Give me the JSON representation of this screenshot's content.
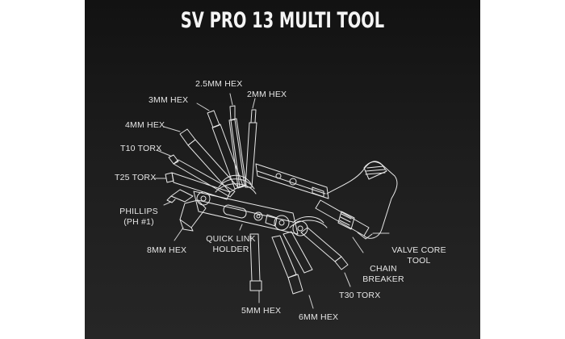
{
  "title": "SV PRO 13 MULTI TOOL",
  "colors": {
    "panel_top": "#121212",
    "panel_bottom": "#262626",
    "line": "#e8e8e8",
    "text": "#e6e6e6",
    "margin": "#ffffff"
  },
  "labels": {
    "hex_2_5mm": "2.5MM HEX",
    "hex_3mm": "3MM HEX",
    "hex_2mm": "2MM HEX",
    "hex_4mm": "4MM HEX",
    "torx_t10": "T10 TORX",
    "torx_t25": "T25 TORX",
    "phillips_line1": "PHILLIPS",
    "phillips_line2": "(PH #1)",
    "hex_8mm": "8MM HEX",
    "quick_link_line1": "QUICK LINK",
    "quick_link_line2": "HOLDER",
    "valve_core_line1": "VALVE CORE",
    "valve_core_line2": "TOOL",
    "chain_breaker_line1": "CHAIN",
    "chain_breaker_line2": "BREAKER",
    "torx_t30": "T30 TORX",
    "hex_5mm": "5MM HEX",
    "hex_6mm": "6MM HEX"
  }
}
